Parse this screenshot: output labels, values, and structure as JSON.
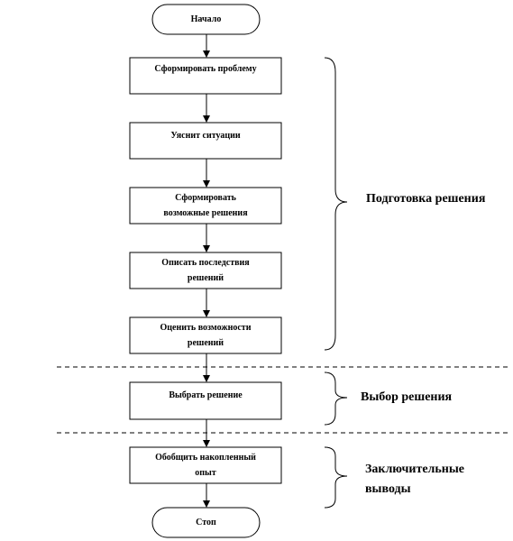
{
  "flowchart": {
    "start": "Начало",
    "steps": [
      {
        "line1": "Сформировать проблему",
        "line2": ""
      },
      {
        "line1": "Уяснит ситуации",
        "line2": ""
      },
      {
        "line1": "Сформировать",
        "line2": "возможные решения"
      },
      {
        "line1": "Описать последствия",
        "line2": "решений"
      },
      {
        "line1": "Оценить возможности",
        "line2": "решений"
      },
      {
        "line1": "Выбрать решение",
        "line2": ""
      },
      {
        "line1": "Обобщить накопленный",
        "line2": "опыт"
      }
    ],
    "end": "Стоп"
  },
  "groups": [
    {
      "label": "Подготовка решения",
      "line2": ""
    },
    {
      "label": "Выбор решения",
      "line2": ""
    },
    {
      "label": "Заключительные",
      "line2": "выводы"
    }
  ]
}
